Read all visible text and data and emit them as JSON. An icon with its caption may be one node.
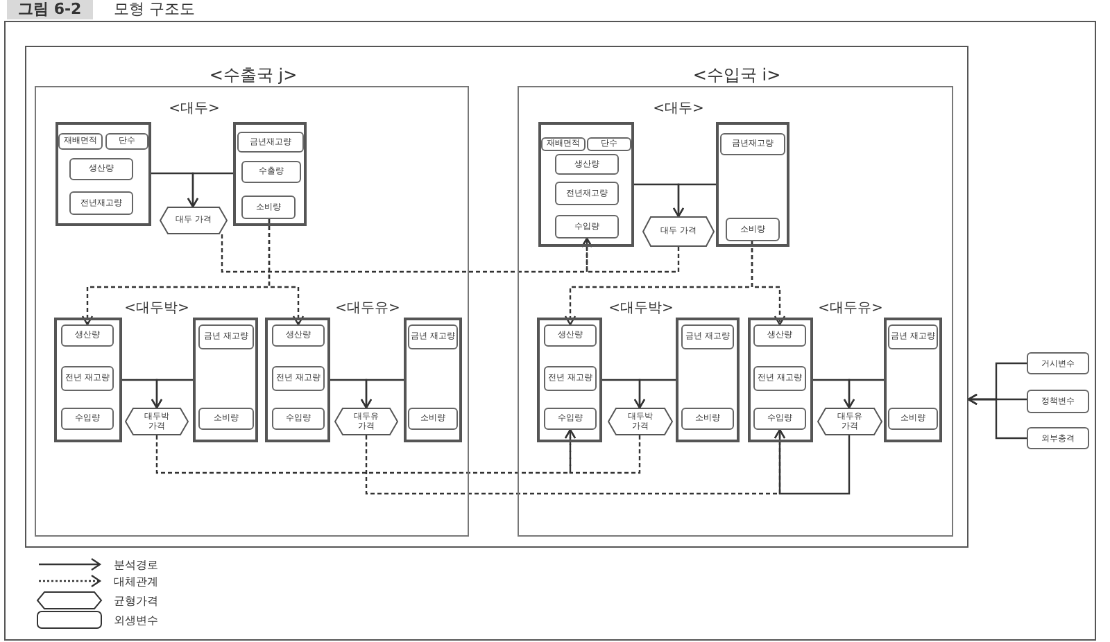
{
  "diagram": {
    "title": "모형 구조도",
    "nodes": [
      {
        "text": [],
        "shape": "box"
      },
      {
        "text": [
          "<수출국 j>"
        ],
        "in": 0
      },
      {
        "text": [],
        "shape": "box",
        "in": 1
      },
      {
        "text": [
          "재배면적"
        ],
        "in": 2
      },
      {
        "text": [
          "단수"
        ],
        "in": 2
      },
      {
        "text": [
          "생산량"
        ],
        "in": 2
      },
      {
        "text": [
          "전년재고량"
        ],
        "in": 2
      },
      {
        "text": [],
        "shape": "box",
        "in": 1
      },
      {
        "text": [
          "금년재고량"
        ],
        "in": 7
      },
      {
        "text": [
          "수출량"
        ],
        "in": 7
      },
      {
        "text": [
          "소비량"
        ],
        "in": 7
      },
      {
        "text": [
          "대두 가격"
        ],
        "in": 1
      },
      {
        "text": [],
        "shape": "box",
        "in": 1
      },
      {
        "text": [
          "생산량"
        ],
        "in": 12
      },
      {
        "text": [
          "전년 재고량"
        ],
        "in": 12
      },
      {
        "text": [
          "수입량"
        ],
        "in": 12
      },
      {
        "text": [],
        "shape": "box",
        "in": 1
      },
      {
        "text": [
          "금년 재고량"
        ],
        "in": 16
      },
      {
        "text": [
          "소비량"
        ],
        "in": 16
      },
      {
        "text": [
          "대두박 가격"
        ],
        "in": 1
      },
      {
        "text": [],
        "shape": "box",
        "in": 1
      },
      {
        "text": [
          "생산량"
        ],
        "in": 20
      },
      {
        "text": [
          "전년 재고량"
        ],
        "in": 20
      },
      {
        "text": [
          "수입량"
        ],
        "in": 20
      },
      {
        "text": [],
        "shape": "box",
        "in": 1
      },
      {
        "text": [
          "금년 재고량"
        ],
        "in": 24
      },
      {
        "text": [
          "소비량"
        ],
        "in": 24
      },
      {
        "text": [
          "대두유 가격"
        ],
        "in": 1
      },
      {
        "text": [
          "<수입국 i>"
        ],
        "in": 0
      },
      {
        "text": [],
        "shape": "box",
        "in": 28
      },
      {
        "text": [
          "재배면적"
        ],
        "in": 29
      },
      {
        "text": [
          "단수"
        ],
        "in": 29
      },
      {
        "text": [
          "생산량"
        ],
        "in": 29
      },
      {
        "text": [
          "전년재고량"
        ],
        "in": 29
      },
      {
        "text": [
          "수입량"
        ],
        "in": 29
      },
      {
        "text": [],
        "shape": "box",
        "in": 28
      },
      {
        "text": [
          "금년재고량"
        ],
        "in": 35
      },
      {
        "text": [
          "소비량"
        ],
        "in": 35
      },
      {
        "text": [
          "대두 가격"
        ],
        "in": 28
      },
      {
        "text": [],
        "shape": "box",
        "in": 28
      },
      {
        "text": [
          "생산량"
        ],
        "in": 39
      },
      {
        "text": [
          "전년 재고량"
        ],
        "in": 39
      },
      {
        "text": [
          "수입량"
        ],
        "in": 39
      },
      {
        "text": [],
        "shape": "box",
        "in": 28
      },
      {
        "text": [
          "금년 재고량"
        ],
        "in": 43
      },
      {
        "text": [
          "소비량"
        ],
        "in": 43
      },
      {
        "text": [
          "대두박 가격"
        ],
        "in": 28
      },
      {
        "text": [],
        "shape": "box",
        "in": 28
      },
      {
        "text": [
          "생산량"
        ],
        "in": 47
      },
      {
        "text": [
          "전년 재고량"
        ],
        "in": 47
      },
      {
        "text": [
          "수입량"
        ],
        "in": 47
      },
      {
        "text": [],
        "shape": "box",
        "in": 28
      },
      {
        "text": [
          "금년 재고량"
        ],
        "in": 51
      },
      {
        "text": [
          "소비량"
        ],
        "in": 51
      },
      {
        "text": [
          "대두유 가격"
        ],
        "in": 28
      },
      {
        "text": [
          "거시변수"
        ]
      },
      {
        "text": [
          "정책변수"
        ]
      },
      {
        "text": [
          "외부충격"
        ]
      }
    ],
    "edges": [
      {
        "from": 2,
        "to": 11,
        "arrow": "to"
      },
      {
        "from": 7,
        "to": 11,
        "arrow": "to"
      },
      {
        "from": 12,
        "to": 19,
        "arrow": "to"
      },
      {
        "from": 16,
        "to": 19,
        "arrow": "to"
      },
      {
        "from": 20,
        "to": 27,
        "arrow": "to"
      },
      {
        "from": 24,
        "to": 27,
        "arrow": "to"
      },
      {
        "from": 29,
        "to": 38,
        "arrow": "to"
      },
      {
        "from": 35,
        "to": 38,
        "arrow": "to"
      },
      {
        "from": 39,
        "to": 46,
        "arrow": "to"
      },
      {
        "from": 43,
        "to": 46,
        "arrow": "to"
      },
      {
        "from": 47,
        "to": 54,
        "arrow": "to"
      },
      {
        "from": 51,
        "to": 54,
        "arrow": "to"
      },
      {
        "from": 10,
        "to": 13,
        "arrow": "to",
        "style": "dashed"
      },
      {
        "from": 10,
        "to": 21,
        "arrow": "to",
        "style": "dashed"
      },
      {
        "from": 37,
        "to": 40,
        "arrow": "to",
        "style": "dashed"
      },
      {
        "from": 37,
        "to": 48,
        "arrow": "to",
        "style": "dashed"
      },
      {
        "from": 11,
        "to": 34,
        "arrow": "to",
        "style": "dashed"
      },
      {
        "from": 38,
        "to": 34,
        "arrow": "to",
        "style": "dashed"
      },
      {
        "from": 19,
        "to": 42,
        "arrow": "to",
        "style": "dashed"
      },
      {
        "from": 46,
        "to": 42,
        "arrow": "to",
        "style": "dashed"
      },
      {
        "from": 27,
        "to": 50,
        "arrow": "to",
        "style": "dashed"
      },
      {
        "from": 54,
        "to": 50,
        "arrow": "to"
      },
      {
        "from": 55,
        "to": 0,
        "arrow": "to"
      },
      {
        "from": 56,
        "to": 0,
        "arrow": "to"
      },
      {
        "from": 57,
        "to": 0,
        "arrow": "to"
      }
    ],
    "labels": [
      "그림 6-2",
      "<대두>",
      "<대두>",
      "<대두박>",
      "<대두유>",
      "<대두박>",
      "<대두유>"
    ],
    "legend": [
      {
        "text": "분석경로"
      },
      {
        "text": "대체관계"
      },
      {
        "text": "균형가격"
      },
      {
        "text": "외생변수"
      }
    ]
  }
}
